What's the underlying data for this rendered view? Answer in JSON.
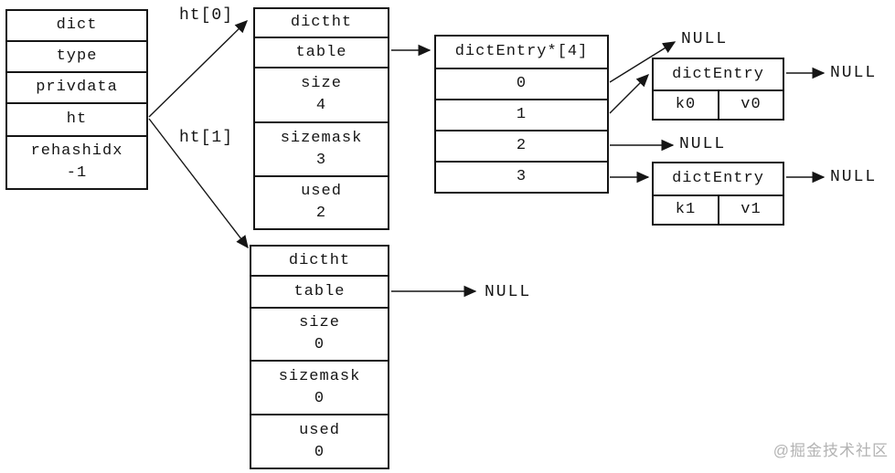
{
  "watermark": "@掘金技术社区",
  "labels": {
    "ht0": "ht[0]",
    "ht1": "ht[1]",
    "null": "NULL"
  },
  "dict": {
    "title": "dict",
    "type": "type",
    "privdata": "privdata",
    "ht": "ht",
    "rehashidx_label": "rehashidx",
    "rehashidx_value": "-1"
  },
  "ht0": {
    "title": "dictht",
    "table_label": "table",
    "size_label": "size",
    "size_value": "4",
    "sizemask_label": "sizemask",
    "sizemask_value": "3",
    "used_label": "used",
    "used_value": "2"
  },
  "ht1": {
    "title": "dictht",
    "table_label": "table",
    "size_label": "size",
    "size_value": "0",
    "sizemask_label": "sizemask",
    "sizemask_value": "0",
    "used_label": "used",
    "used_value": "0"
  },
  "entry_array": {
    "title": "dictEntry*[4]",
    "slots": [
      "0",
      "1",
      "2",
      "3"
    ]
  },
  "entry0": {
    "title": "dictEntry",
    "key": "k0",
    "value": "v0"
  },
  "entry1": {
    "title": "dictEntry",
    "key": "k1",
    "value": "v1"
  }
}
